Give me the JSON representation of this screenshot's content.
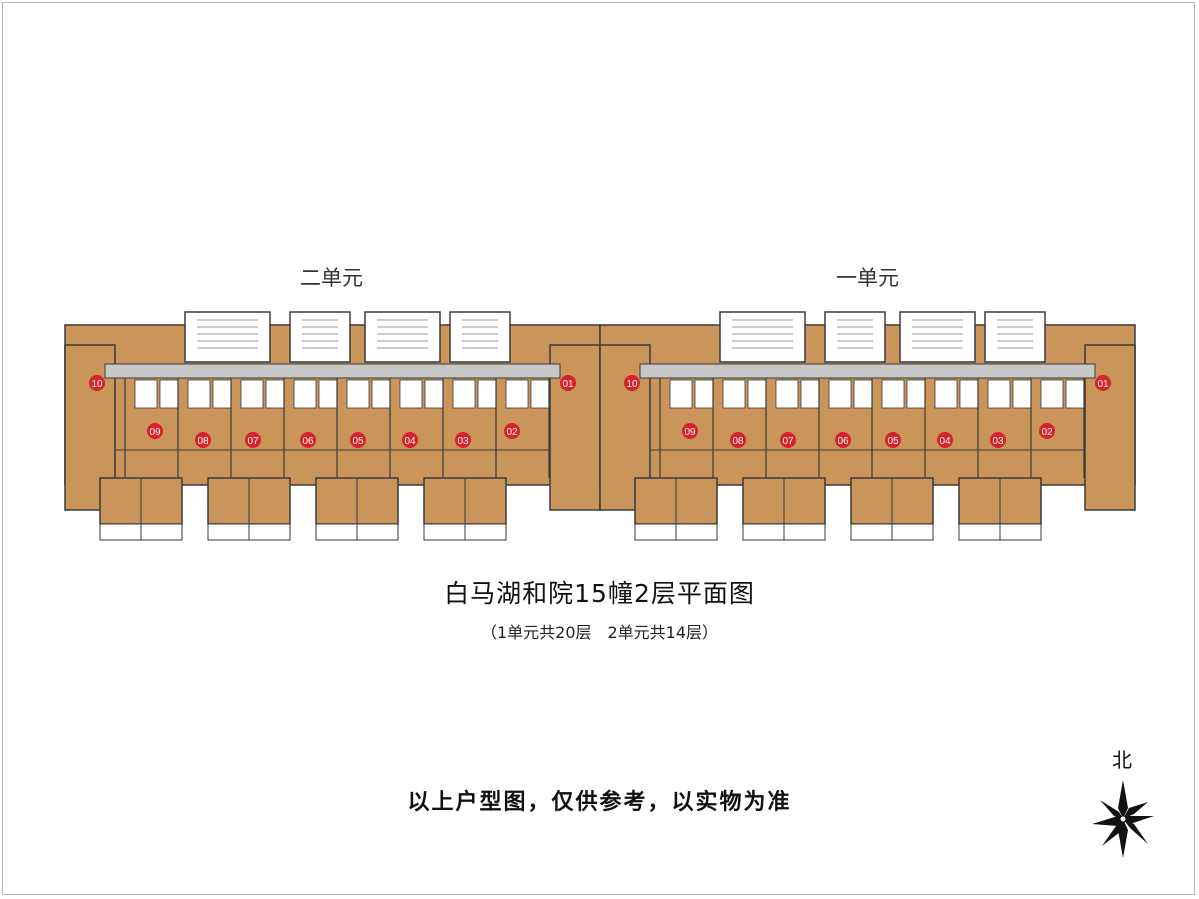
{
  "units": {
    "unit2_label": "二单元",
    "unit1_label": "一单元"
  },
  "title": "白马湖和院15幢2层平面图",
  "subtitle": "（1单元共20层　2单元共14层）",
  "disclaimer": "以上户型图，仅供参考，以实物为准",
  "north_label": "北",
  "colors": {
    "room_fill": "#c9955a",
    "corridor": "#c7c7c7",
    "wall": "#3a3a3a",
    "marker": "#d9212b",
    "marker_text": "#ffffff"
  },
  "unit_numbers": {
    "unit2": [
      "10",
      "09",
      "08",
      "07",
      "06",
      "05",
      "04",
      "03",
      "02",
      "01"
    ],
    "unit1": [
      "10",
      "09",
      "08",
      "07",
      "06",
      "05",
      "04",
      "03",
      "02",
      "01"
    ]
  }
}
